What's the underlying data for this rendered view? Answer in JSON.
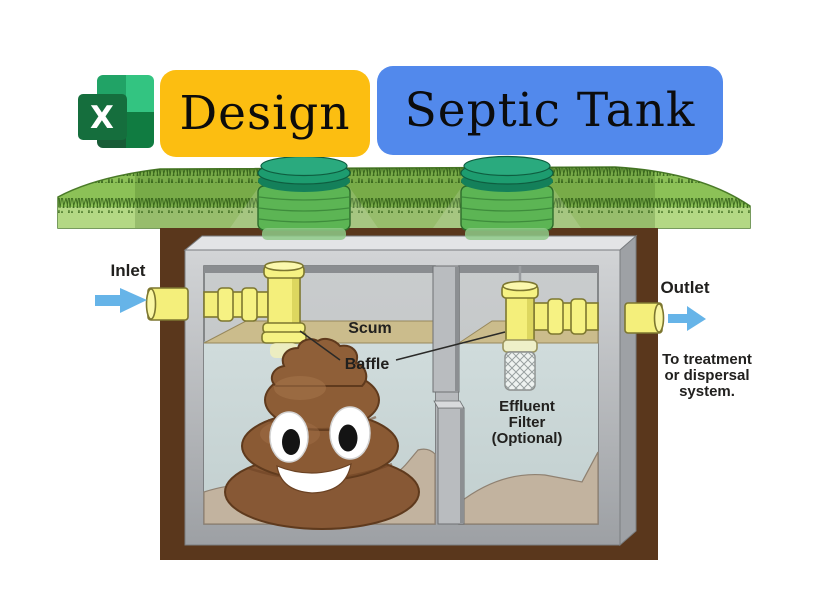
{
  "header": {
    "app_icon": "excel",
    "excel_letter": "X",
    "design_label": "Design",
    "title": "Septic Tank"
  },
  "diagram": {
    "labels": {
      "inlet": "Inlet",
      "outlet": "Outlet",
      "scum": "Scum",
      "baffle": "Baffle",
      "effluent_line1": "Effluent",
      "effluent_line2": "Filter",
      "effluent_line3": "(Optional)",
      "note_line1": "To treatment",
      "note_line2": "or dispersal",
      "note_line3": "system."
    },
    "icons": [
      "excel-icon",
      "inlet-arrow-icon",
      "outlet-arrow-icon",
      "riser-lid-icon",
      "poop-emoji"
    ],
    "colors": {
      "design_badge_bg": "#fcbe11",
      "title_badge_bg": "#5289ec",
      "grass_green": "#8cc157",
      "grass_light": "#b3d884",
      "soil_brown": "#5a371c",
      "tank_gray": "#c2c5c8",
      "water_blue_gray": "#ccd8d8",
      "scum_tan": "#cbbc8c",
      "sludge_tan": "#c2b39f",
      "pipe_yellow": "#f4ef7b",
      "arrow_blue": "#66b4e8",
      "riser_green_cap": "#1fa173",
      "riser_green_body": "#5cb554",
      "poop_brown": "#8a5a34",
      "excel_green": "#107c41"
    }
  }
}
